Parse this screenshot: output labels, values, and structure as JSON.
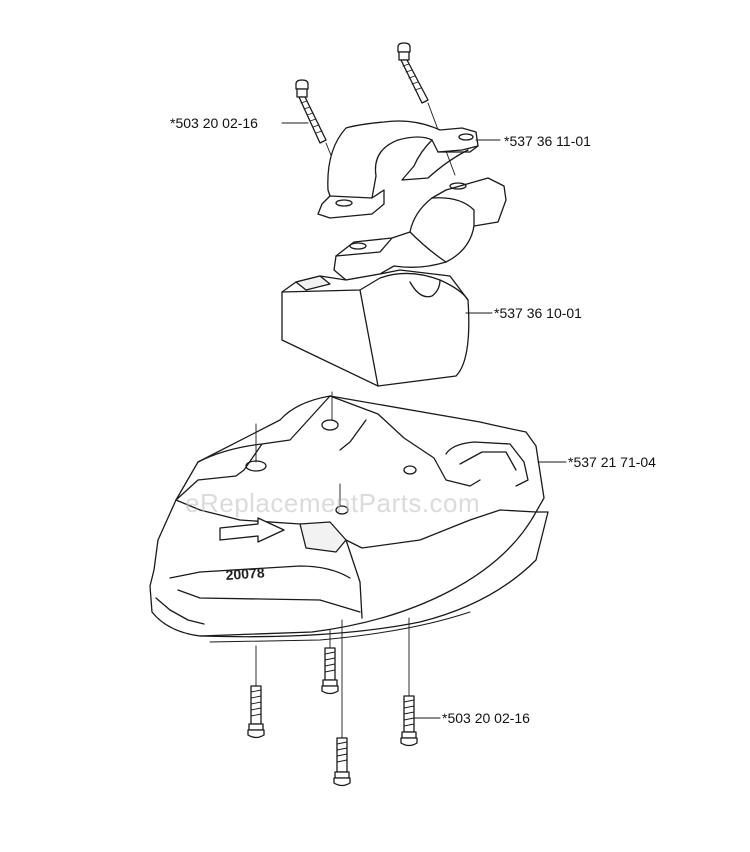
{
  "callouts": {
    "screw_top": "*503 20 02-16",
    "clamp_upper": "*537 36 11-01",
    "clamp_lower": "*537 36 10-01",
    "guard": "*537 21 71-04",
    "screw_bottom": "*503 20 02-16"
  },
  "guard_marking": "20078",
  "watermark": "eReplacementParts.com",
  "colors": {
    "line": "#1a1a1a",
    "fill": "#ffffff",
    "shade": "#f2f2f2",
    "watermark": "#bebebe"
  }
}
